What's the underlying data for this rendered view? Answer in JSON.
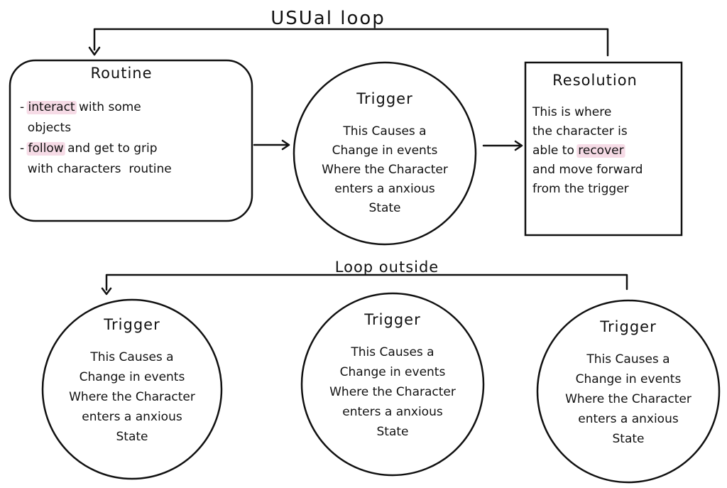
{
  "usual_loop": {
    "label": "USUal  loop",
    "routine": {
      "title": "Routine",
      "lines": [
        [
          "- ",
          "interact",
          " with some"
        ],
        [
          "  objects"
        ],
        [
          "- ",
          "follow",
          " and get to grip"
        ],
        [
          "  with characters  routine"
        ]
      ],
      "highlights": [
        "interact",
        "follow"
      ]
    },
    "trigger": {
      "title": "Trigger",
      "lines": [
        "This Causes a",
        "Change in events",
        "Where the Character",
        "enters a anxious",
        "State"
      ]
    },
    "resolution": {
      "title": "Resolution",
      "lines": [
        [
          "This is where"
        ],
        [
          "the character is"
        ],
        [
          "able to ",
          "recover"
        ],
        [
          "and move forward"
        ],
        [
          "from the trigger"
        ]
      ],
      "highlights": [
        "recover"
      ]
    }
  },
  "loop_outside": {
    "label": "Loop outside",
    "triggers": [
      {
        "title": "Trigger",
        "lines": [
          "This Causes a",
          "Change in events",
          "Where the Character",
          "enters a anxious",
          "State"
        ]
      },
      {
        "title": "Trigger",
        "lines": [
          "This Causes a",
          "Change in events",
          "Where the Character",
          "enters a anxious",
          "State"
        ]
      },
      {
        "title": "Trigger",
        "lines": [
          "This Causes a",
          "Change in events",
          "Where the Character",
          "enters a anxious",
          "State"
        ]
      }
    ]
  },
  "colors": {
    "ink": "#111111",
    "highlight": "#f6dbe6",
    "background": "#ffffff"
  }
}
